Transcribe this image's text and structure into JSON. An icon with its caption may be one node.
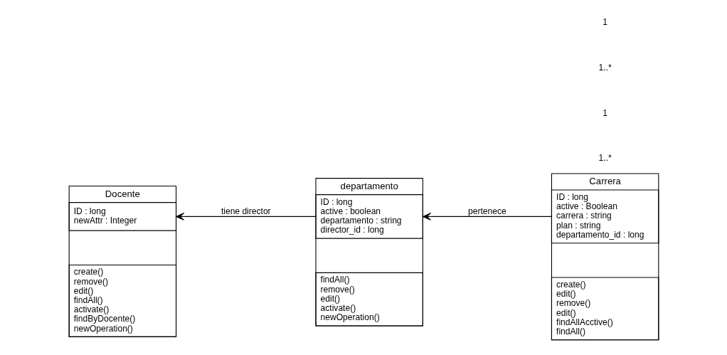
{
  "diagram": {
    "nodes": [
      {
        "text": [
          "Docente"
        ]
      },
      {
        "text": [
          "ID : long",
          "newAttr : Integer"
        ],
        "in": 0
      },
      {
        "text": [
          "create()",
          "remove()",
          "edit()",
          "findAll()",
          "activate()",
          "findByDocente()",
          "newOperation()"
        ],
        "in": 0
      },
      {
        "text": [
          "departamento"
        ]
      },
      {
        "text": [
          "ID : long",
          "active : boolean",
          "departamento : string",
          "director_id : long"
        ],
        "in": 3
      },
      {
        "text": [
          "findAll()",
          "remove()",
          "edit()",
          "activate()",
          "newOperation()"
        ],
        "in": 3
      },
      {
        "text": [
          "Carrera"
        ]
      },
      {
        "text": [
          "ID : long",
          "active : Boolean",
          "carrera : string",
          "plan : string",
          "departamento_id : long"
        ],
        "in": 6
      },
      {
        "text": [
          "create()",
          "edit()",
          "remove()",
          "edit()",
          "findAllAcctive()",
          "findAll()"
        ],
        "in": 6
      }
    ],
    "edges": [
      {
        "from": 3,
        "to": 0,
        "arrow": "to",
        "label": "tiene director"
      },
      {
        "from": 6,
        "to": 3,
        "arrow": "to",
        "label": "pertenece"
      }
    ],
    "labels": [
      "1..*",
      "1",
      "1..*",
      "1"
    ]
  }
}
